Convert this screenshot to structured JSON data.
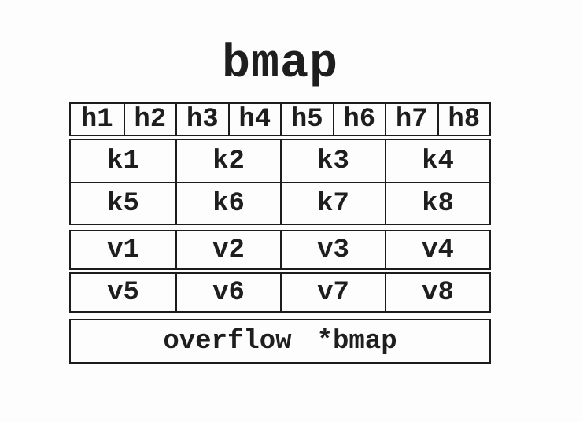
{
  "title": "bmap",
  "colors": {
    "border": "#1c1c1c",
    "text": "#1e1e1e",
    "background": "#fdfdfd"
  },
  "bucket": {
    "tophash_cells": [
      "h1",
      "h2",
      "h3",
      "h4",
      "h5",
      "h6",
      "h7",
      "h8"
    ],
    "key_rows": [
      [
        "k1",
        "k2",
        "k3",
        "k4"
      ],
      [
        "k5",
        "k6",
        "k7",
        "k8"
      ]
    ],
    "value_rows": [
      [
        "v1",
        "v2",
        "v3",
        "v4"
      ],
      [
        "v5",
        "v6",
        "v7",
        "v8"
      ]
    ],
    "overflow": {
      "label": "overflow",
      "type": "*bmap"
    }
  }
}
